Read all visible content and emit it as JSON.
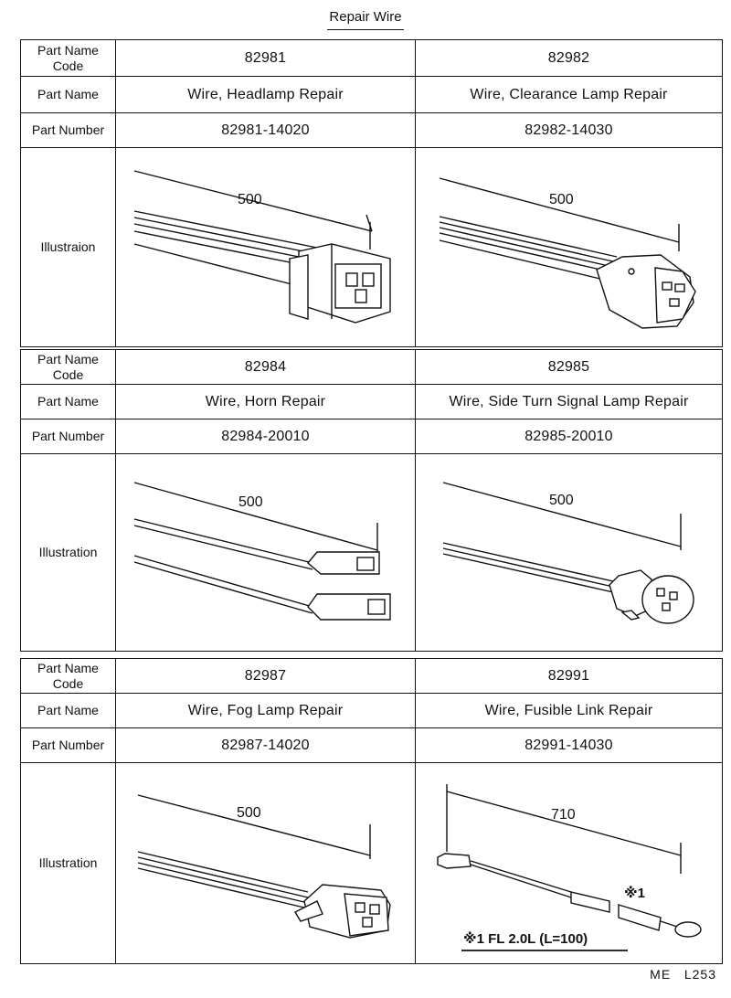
{
  "page": {
    "title": "Repair Wire",
    "footer": "ME   L253"
  },
  "labels": {
    "code": "Part Name\nCode",
    "name": "Part Name",
    "number": "Part Number",
    "illustration_1": "Illustraion",
    "illustration": "Illustration"
  },
  "blocks": [
    {
      "items": [
        {
          "code": "82981",
          "name": "Wire, Headlamp Repair",
          "number": "82981-14020",
          "dim": "500",
          "icon": "headlamp-connector"
        },
        {
          "code": "82982",
          "name": "Wire, Clearance Lamp Repair",
          "number": "82982-14030",
          "dim": "500",
          "icon": "clearance-lamp-connector"
        }
      ]
    },
    {
      "items": [
        {
          "code": "82984",
          "name": "Wire, Horn Repair",
          "number": "82984-20010",
          "dim": "500",
          "icon": "horn-terminal-pair"
        },
        {
          "code": "82985",
          "name": "Wire, Side Turn Signal Lamp Repair",
          "number": "82985-20010",
          "dim": "500",
          "icon": "side-turn-signal-connector"
        }
      ]
    },
    {
      "items": [
        {
          "code": "82987",
          "name": "Wire, Fog Lamp Repair",
          "number": "82987-14020",
          "dim": "500",
          "icon": "fog-lamp-connector"
        },
        {
          "code": "82991",
          "name": "Wire, Fusible Link Repair",
          "number": "82991-14030",
          "dim": "710",
          "icon": "fusible-link-wire",
          "mark": "※1",
          "note": "※1 FL 2.0L (L=100)"
        }
      ]
    }
  ]
}
